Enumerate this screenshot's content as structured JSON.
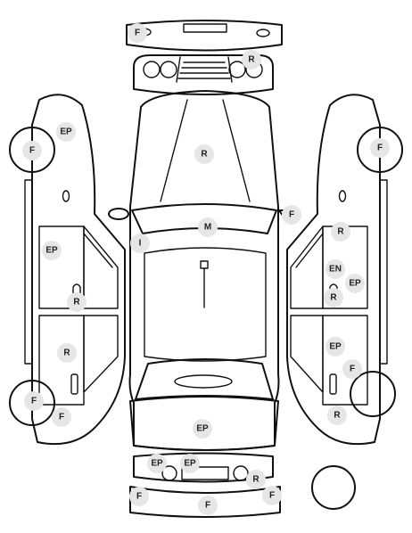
{
  "colors": {
    "stroke": "#111111",
    "badge_fill": "#e6e6e6",
    "text": "#222222"
  },
  "markers": {
    "front_bumper_left": "F",
    "front_grille": "R",
    "hood": "R",
    "left_front_wheel": "F",
    "left_front_fender": "EP",
    "left_front_door": "EP",
    "left_front_door_handle": "R",
    "left_rear_door": "R",
    "left_rear_wheel": "F",
    "left_rear_quarter": "F",
    "right_mirror": "F",
    "windshield": "M",
    "a_pillar": "I",
    "right_front_wheel": "F",
    "right_front_door_top": "R",
    "right_front_door_mid": "EN",
    "right_front_door_side": "EP",
    "right_front_door_handle": "R",
    "right_rear_door": "EP",
    "right_rear_quarter": "F",
    "right_rear_wheel": "R",
    "trunk": "EP",
    "rear_bumper_left": "EP",
    "rear_bumper_mid": "EP",
    "rear_bumper_right": "R",
    "rear_bottom_left": "F",
    "rear_bottom_mid": "F",
    "rear_bottom_right": "F"
  }
}
